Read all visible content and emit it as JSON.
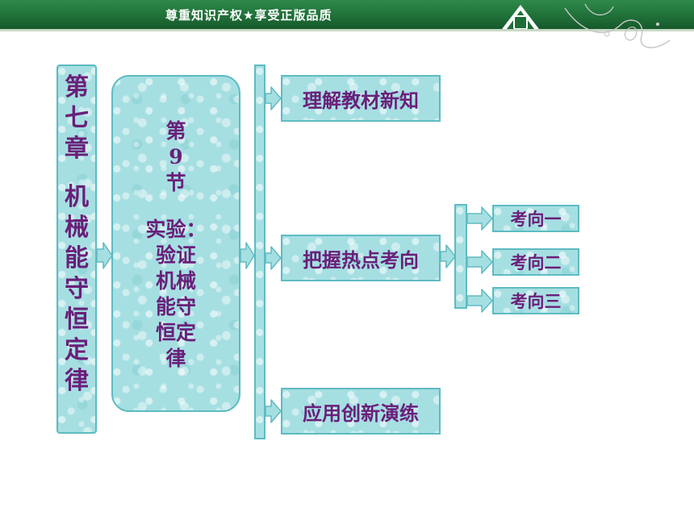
{
  "header": {
    "slogan": "尊重知识产权★享受正版品质"
  },
  "chapter": {
    "number_chars": [
      "第",
      "七",
      "章"
    ],
    "title_chars": [
      "机",
      "械",
      "能",
      "守",
      "恒",
      "定",
      "律"
    ]
  },
  "section": {
    "number_lines": [
      "第",
      "9",
      "节"
    ],
    "title_lines": [
      "实验：",
      "验证",
      "机械",
      "能守",
      "恒定",
      "律"
    ]
  },
  "topics": [
    {
      "label": "理解教材新知"
    },
    {
      "label": "把握热点考向"
    },
    {
      "label": "应用创新演练"
    }
  ],
  "subtopics": [
    {
      "label": "考向一"
    },
    {
      "label": "考向二"
    },
    {
      "label": "考向三"
    }
  ],
  "colors": {
    "header_green": "#1f6e37",
    "box_fill": "#a6dfe2",
    "box_border": "#5ebbc2",
    "text_purple": "#6a1f7a"
  }
}
